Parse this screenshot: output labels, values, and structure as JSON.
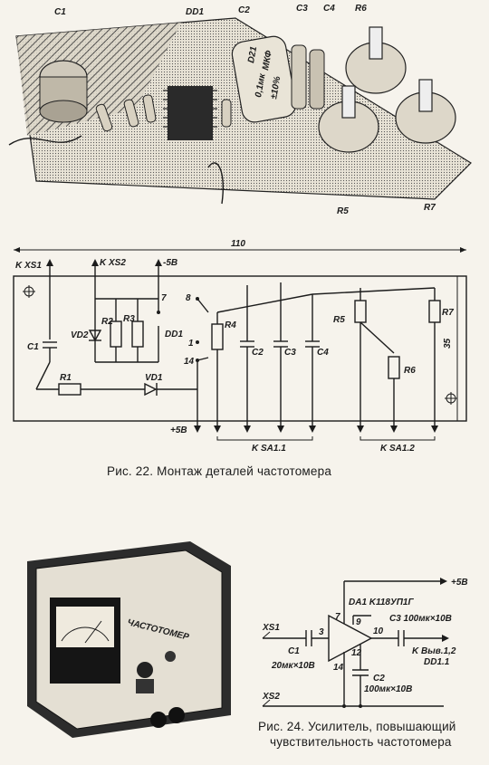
{
  "photo": {
    "labels": [
      "C1",
      "DD1",
      "C2",
      "C3",
      "C4",
      "R6",
      "R5",
      "R7"
    ],
    "capacitor_print": [
      "D21",
      "МКФ",
      "0,1мк",
      "±10%"
    ]
  },
  "schematic": {
    "dimension_width": "110",
    "dimension_height": "35",
    "connectors": [
      "K XS1",
      "K XS2",
      "-5B",
      "+5B"
    ],
    "components": [
      "C1",
      "VD2",
      "R2",
      "R3",
      "DD1",
      "R4",
      "R1",
      "VD1",
      "C2",
      "C3",
      "C4",
      "R5",
      "R6",
      "R7"
    ],
    "pins": [
      "7",
      "8",
      "1",
      "14"
    ],
    "switch_labels": [
      "K SA1.1",
      "K SA1.2"
    ]
  },
  "captions": {
    "fig22": "Рис. 22. Монтаж деталей частотомера",
    "fig24_line1": "Рис. 24. Усилитель, повышающий",
    "fig24_line2": "чувствительность частотомера"
  },
  "device": {
    "brand": "ЧАСТОТОМЕР"
  },
  "amplifier": {
    "supply": "+5B",
    "ic_label": "DA1 K118УП1Г",
    "inputs": [
      "XS1",
      "XS2"
    ],
    "c1_name": "C1",
    "c1_value": "20мк×10B",
    "c2_name": "C2",
    "c2_value": "100мк×10B",
    "c3_label": "C3 100мк×10B",
    "output_line1": "K Выв.1,2",
    "output_line2": "DD1.1",
    "pins": [
      "7",
      "9",
      "3",
      "10",
      "12",
      "14"
    ]
  }
}
